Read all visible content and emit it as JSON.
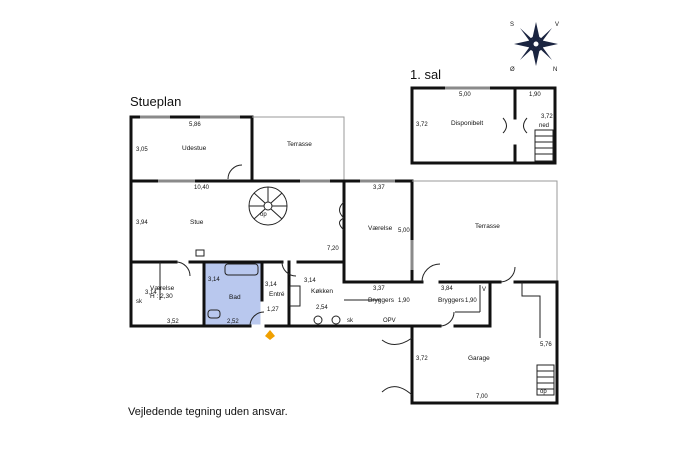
{
  "titles": {
    "ground_floor": "Stueplan",
    "upper_floor": "1. sal",
    "disclaimer": "Vejledende tegning uden ansvar."
  },
  "compass": {
    "n": "N",
    "s": "S",
    "v": "V",
    "o": "Ø"
  },
  "rooms": {
    "udestue": "Udestue",
    "terrasse_top": "Terrasse",
    "stue": "Stue",
    "vaerelse_right": "Værelse",
    "terrasse_right": "Terrasse",
    "vaerelse_left": "Værelse",
    "vaerelse_left_height": "H : 2,30",
    "bad": "Bad",
    "entre": "Entré",
    "koekken": "Køkken",
    "bryggers1": "Bryggers",
    "bryggers2": "Bryggers",
    "garage": "Garage",
    "disponibelt": "Disponibelt"
  },
  "dimensions": {
    "udestue_w": "5,86",
    "udestue_h": "3,05",
    "stue_w": "10,40",
    "stue_h": "3,94",
    "vaer_w": "3,37",
    "vaer_h": "5,00",
    "vaer_len": "7,20",
    "vaerl_h": "3,14",
    "vaerl_w": "3,52",
    "bad_h": "3,14",
    "bad_w": "2,52",
    "entre_h": "3,14",
    "entre_w": "1,27",
    "koek_h": "3,14",
    "koek_w": "2,54",
    "bryg1_w": "3,37",
    "bryg1_h": "1,90",
    "bryg2_w": "3,84",
    "bryg2_h": "1,90",
    "garage_h": "3,72",
    "garage_w": "7,00",
    "garage_r": "5,76",
    "disp_w": "5,00",
    "disp_h": "3,72",
    "stair_w": "1,90",
    "stair_h": "3,72"
  },
  "labels": {
    "sk1": "sk",
    "sk2": "sk",
    "opv": "OPV",
    "v": "V",
    "op1": "op",
    "op2": "op",
    "ned": "ned"
  }
}
